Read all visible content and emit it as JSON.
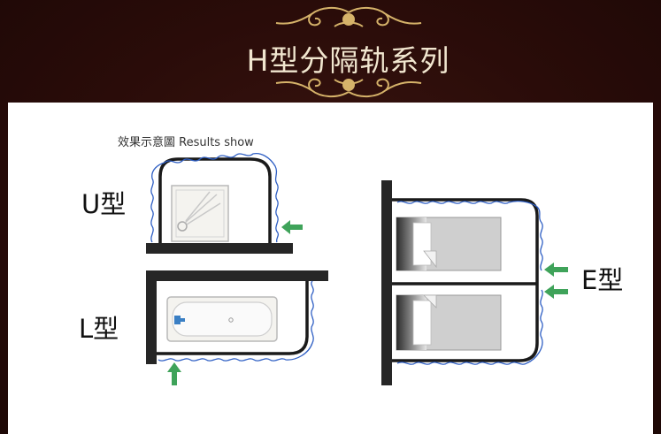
{
  "header": {
    "title": "H型分隔轨系列",
    "ornament_icon": "gold-scroll-ornament-icon"
  },
  "panel": {
    "caption": "效果示意圖 Results show",
    "labels": {
      "u": "U型",
      "l": "L型",
      "e": "E型"
    }
  },
  "colors": {
    "background": "#2a0d0a",
    "gold": "#d6b36a",
    "track": "#1a1a1a",
    "curtain": "#2f5fc4",
    "arrow": "#3fa35a",
    "wall": "#262626"
  },
  "icons": {
    "shower": "shower-tray-icon",
    "bathtub": "bathtub-icon",
    "bed": "bed-icon",
    "arrow": "green-arrow-icon"
  }
}
